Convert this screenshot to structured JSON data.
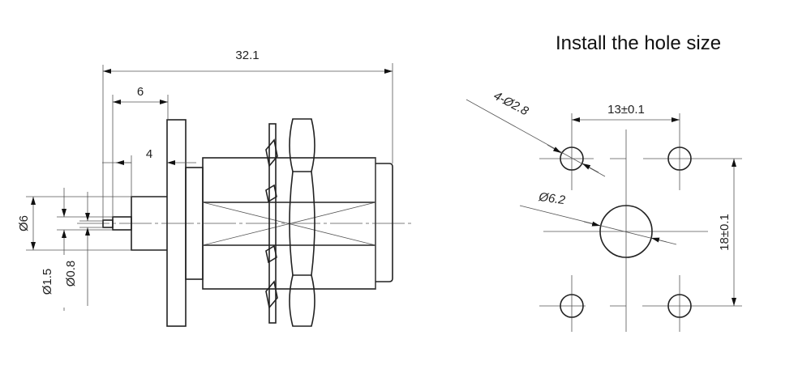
{
  "title": "Install the hole size",
  "side_view": {
    "overall_length": "32.1",
    "flange_to_pin": "6",
    "rear_body_length": "4",
    "rear_diameter": "Ø6",
    "pin_outer_diameter": "Ø1.5",
    "pin_inner_diameter": "Ø0.8"
  },
  "hole_pattern": {
    "mount_holes": "4-Ø2.8",
    "center_hole": "Ø6.2",
    "horizontal_spacing": "13±0.1",
    "vertical_spacing": "18±0.1"
  }
}
